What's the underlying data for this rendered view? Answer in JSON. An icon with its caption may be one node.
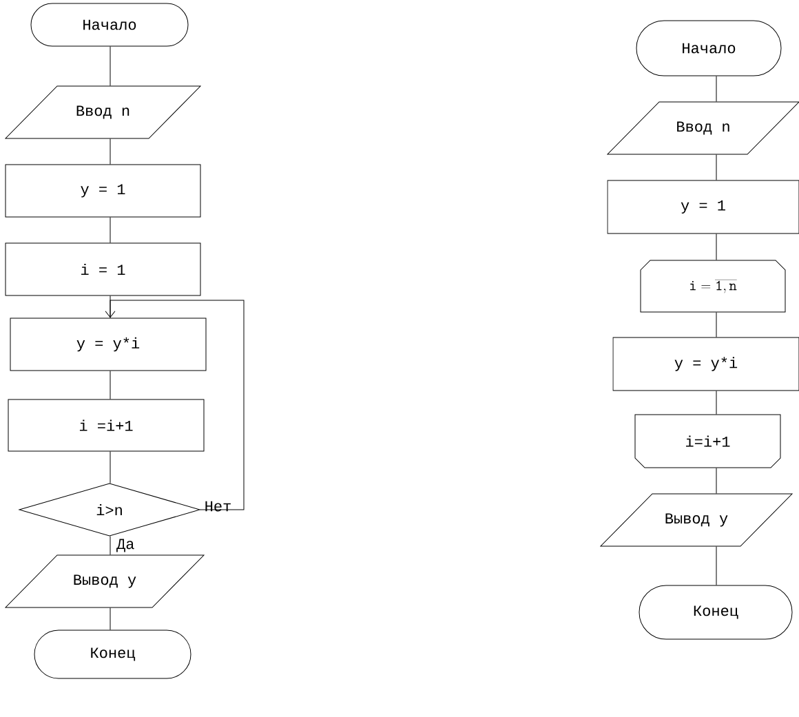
{
  "diagram": {
    "nodes": [
      {
        "text": [
          "Начало"
        ]
      },
      {
        "text": [
          "Ввод n"
        ]
      },
      {
        "text": [
          "y = 1"
        ]
      },
      {
        "text": [
          "i = 1"
        ]
      },
      {
        "text": [
          "y = y*i"
        ]
      },
      {
        "text": [
          "i =i+1"
        ]
      },
      {
        "text": [
          "i>n"
        ]
      },
      {
        "text": [
          "Вывод y"
        ]
      },
      {
        "text": [
          "Конец"
        ]
      },
      {
        "text": [
          "Начало"
        ]
      },
      {
        "text": [
          "Ввод n"
        ]
      },
      {
        "text": [
          "y = 1"
        ]
      },
      {
        "text": [
          "\\mathtt{i=\\overline{1,n}}"
        ]
      },
      {
        "text": [
          "y = y*i"
        ]
      },
      {
        "text": [
          "i=i+1"
        ]
      },
      {
        "text": [
          "Вывод y"
        ]
      },
      {
        "text": [
          "Конец"
        ]
      }
    ],
    "edges": [
      {
        "from": 0,
        "to": 1,
        "arrow": "none"
      },
      {
        "from": 1,
        "to": 2,
        "arrow": "none"
      },
      {
        "from": 2,
        "to": 3,
        "arrow": "none"
      },
      {
        "from": 3,
        "to": 4,
        "arrow": "none"
      },
      {
        "from": 4,
        "to": 5,
        "arrow": "none"
      },
      {
        "from": 5,
        "to": 6,
        "arrow": "none"
      },
      {
        "from": 6,
        "to": 7,
        "arrow": "none",
        "label": "Да"
      },
      {
        "from": 7,
        "to": 8,
        "arrow": "none"
      },
      {
        "from": 6,
        "to": 4,
        "arrow": "to",
        "label": "Нет"
      },
      {
        "from": 9,
        "to": 10,
        "arrow": "none"
      },
      {
        "from": 10,
        "to": 11,
        "arrow": "none"
      },
      {
        "from": 11,
        "to": 12,
        "arrow": "none"
      },
      {
        "from": 12,
        "to": 13,
        "arrow": "none"
      },
      {
        "from": 13,
        "to": 14,
        "arrow": "none"
      },
      {
        "from": 14,
        "to": 15,
        "arrow": "none"
      },
      {
        "from": 15,
        "to": 16,
        "arrow": "none"
      }
    ]
  }
}
